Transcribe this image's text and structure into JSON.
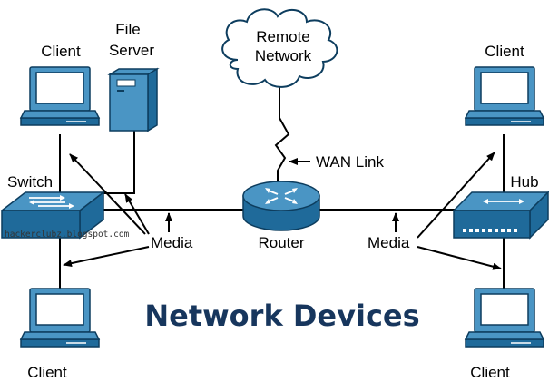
{
  "diagram": {
    "title": "Network Devices",
    "watermark": "hackerclubz.blogspot.com",
    "nodes": {
      "client_top_left": "Client",
      "file_server_line1": "File",
      "file_server_line2": "Server",
      "client_top_right": "Client",
      "remote_network_line1": "Remote",
      "remote_network_line2": "Network",
      "switch": "Switch",
      "router": "Router",
      "hub": "Hub",
      "client_bottom_left": "Client",
      "client_bottom_right": "Client"
    },
    "annotations": {
      "wan_link": "WAN Link",
      "media_left": "Media",
      "media_right": "Media"
    }
  },
  "colors": {
    "device_dark": "#1f6a9a",
    "device_light": "#4a95c4",
    "title": "#17365d"
  },
  "icons": {
    "client": "desktop-computer-icon",
    "file_server": "server-tower-icon",
    "switch": "network-switch-icon",
    "router": "router-icon",
    "hub": "network-hub-icon",
    "remote_network": "cloud-icon"
  }
}
